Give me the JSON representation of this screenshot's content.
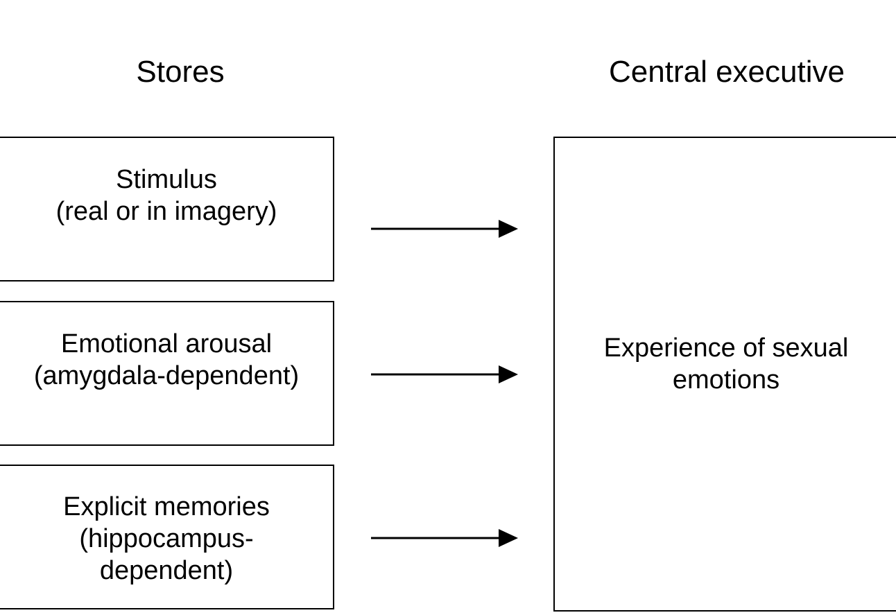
{
  "headings": {
    "stores": "Stores",
    "central_executive": "Central executive"
  },
  "stores": [
    {
      "line1": "Stimulus",
      "line2": "(real or in imagery)",
      "line3": ""
    },
    {
      "line1": "Emotional arousal",
      "line2": "(amygdala-dependent)",
      "line3": ""
    },
    {
      "line1": "Explicit memories",
      "line2": "(hippocampus-",
      "line3": "dependent)"
    }
  ],
  "central_executive_box": {
    "line1": "Experience of sexual",
    "line2": "emotions"
  },
  "colors": {
    "stroke": "#000000",
    "background": "#ffffff"
  }
}
